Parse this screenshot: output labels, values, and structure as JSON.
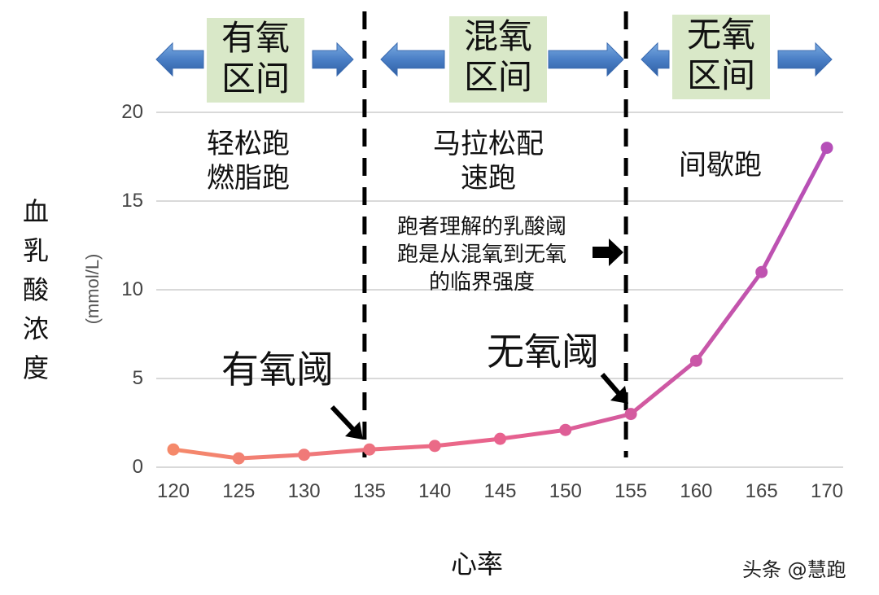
{
  "zones": [
    {
      "line1": "有氧",
      "line2": "区间"
    },
    {
      "line1": "混氧",
      "line2": "区间"
    },
    {
      "line1": "无氧",
      "line2": "区间"
    }
  ],
  "activities": [
    {
      "line1": "轻松跑",
      "line2": "燃脂跑"
    },
    {
      "line1": "马拉松配",
      "line2": "速跑"
    },
    {
      "line1": "间歇跑"
    }
  ],
  "note": {
    "line1": "跑者理解的乳酸阈",
    "line2": "跑是从混氧到无氧",
    "line3": "的临界强度"
  },
  "thresholds": {
    "aerobic": "有氧阈",
    "anaerobic": "无氧阈"
  },
  "axes": {
    "y_label_chars": [
      "血",
      "乳",
      "酸",
      "浓",
      "度"
    ],
    "y_unit": "(mmol/L)",
    "x_label": "心率",
    "y_ticks": [
      "0",
      "5",
      "10",
      "15",
      "20"
    ],
    "x_ticks": [
      "120",
      "125",
      "130",
      "135",
      "140",
      "145",
      "150",
      "155",
      "160",
      "165",
      "170"
    ]
  },
  "watermark": "头条 @慧跑",
  "colors": {
    "zone_bg": "#d9e8c8",
    "arrow_blue": "#4a7fc6",
    "line_start": "#f5896a",
    "line_mid": "#e8628e",
    "line_end": "#b54fb8",
    "grid": "#d9d9d9"
  },
  "chart_data": {
    "type": "line",
    "title": "",
    "xlabel": "心率",
    "ylabel": "血乳酸浓度 (mmol/L)",
    "x": [
      120,
      125,
      130,
      135,
      140,
      145,
      150,
      155,
      160,
      165,
      170
    ],
    "series": [
      {
        "name": "血乳酸浓度",
        "values": [
          1.0,
          0.5,
          0.7,
          1.0,
          1.2,
          1.6,
          2.1,
          3.0,
          6.0,
          11.0,
          18.0
        ]
      }
    ],
    "xlim": [
      120,
      170
    ],
    "ylim": [
      0,
      20
    ],
    "y_ticks": [
      0,
      5,
      10,
      15,
      20
    ],
    "grid": "horizontal",
    "legend": "none",
    "vertical_markers": [
      {
        "x": 135,
        "style": "dashed",
        "label": "有氧阈"
      },
      {
        "x": 155,
        "style": "dashed",
        "label": "无氧阈"
      }
    ],
    "zones": [
      {
        "range": [
          120,
          135
        ],
        "name": "有氧区间",
        "activity": "轻松跑 燃脂跑"
      },
      {
        "range": [
          135,
          155
        ],
        "name": "混氧区间",
        "activity": "马拉松配速跑"
      },
      {
        "range": [
          155,
          170
        ],
        "name": "无氧区间",
        "activity": "间歇跑"
      }
    ],
    "annotations": [
      "跑者理解的乳酸阈跑是从混氧到无氧的临界强度"
    ]
  }
}
